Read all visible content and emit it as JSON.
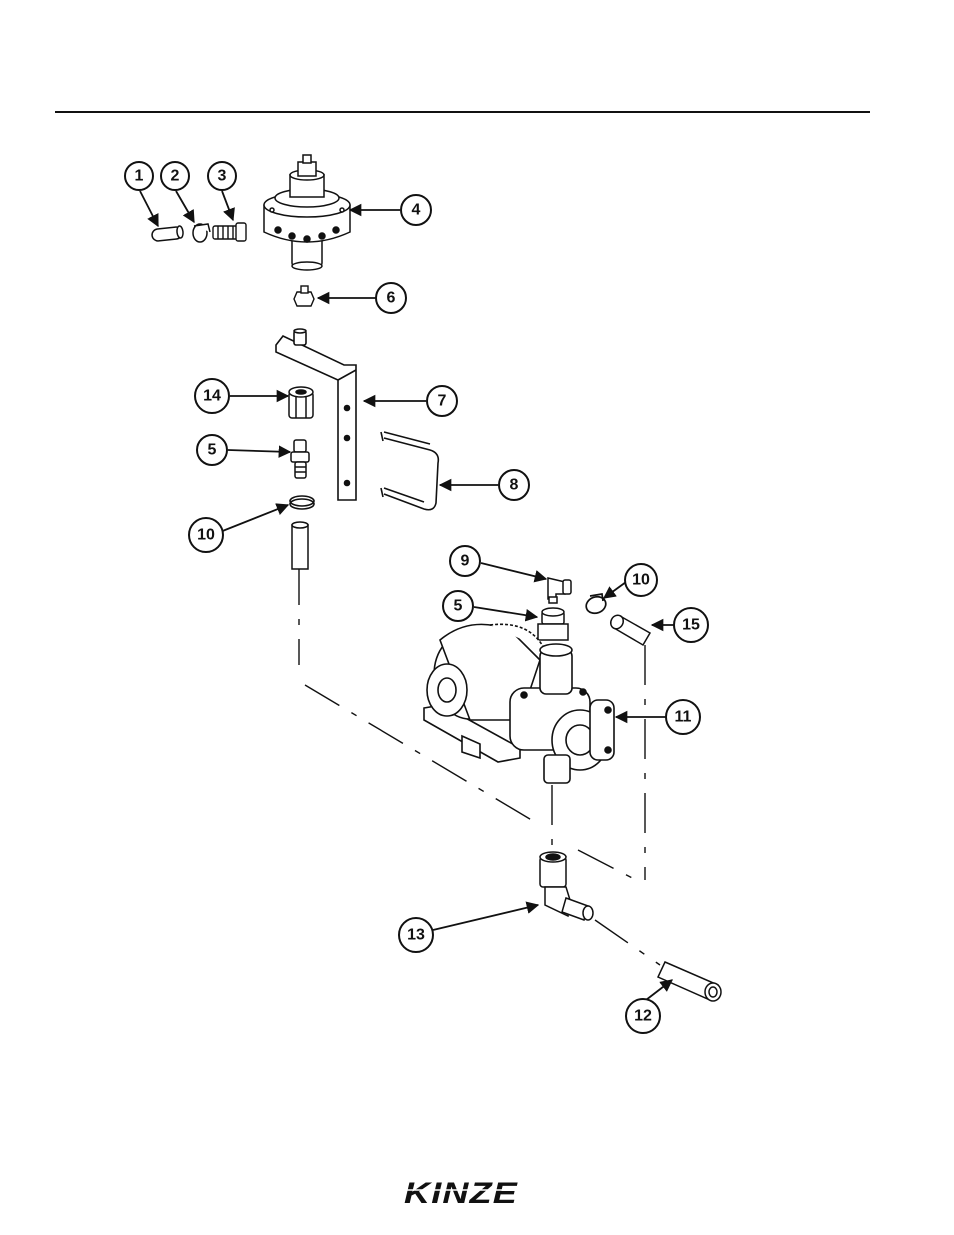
{
  "brand": {
    "logo_text": "KINZE"
  },
  "callouts": [
    {
      "id": "c1",
      "label": "1"
    },
    {
      "id": "c2",
      "label": "2"
    },
    {
      "id": "c3",
      "label": "3"
    },
    {
      "id": "c4",
      "label": "4"
    },
    {
      "id": "c6",
      "label": "6"
    },
    {
      "id": "c14",
      "label": "14"
    },
    {
      "id": "c7",
      "label": "7"
    },
    {
      "id": "c5a",
      "label": "5"
    },
    {
      "id": "c8",
      "label": "8"
    },
    {
      "id": "c10a",
      "label": "10"
    },
    {
      "id": "c9",
      "label": "9"
    },
    {
      "id": "c10b",
      "label": "10"
    },
    {
      "id": "c5b",
      "label": "5"
    },
    {
      "id": "c15",
      "label": "15"
    },
    {
      "id": "c11",
      "label": "11"
    },
    {
      "id": "c13",
      "label": "13"
    },
    {
      "id": "c12",
      "label": "12"
    }
  ]
}
